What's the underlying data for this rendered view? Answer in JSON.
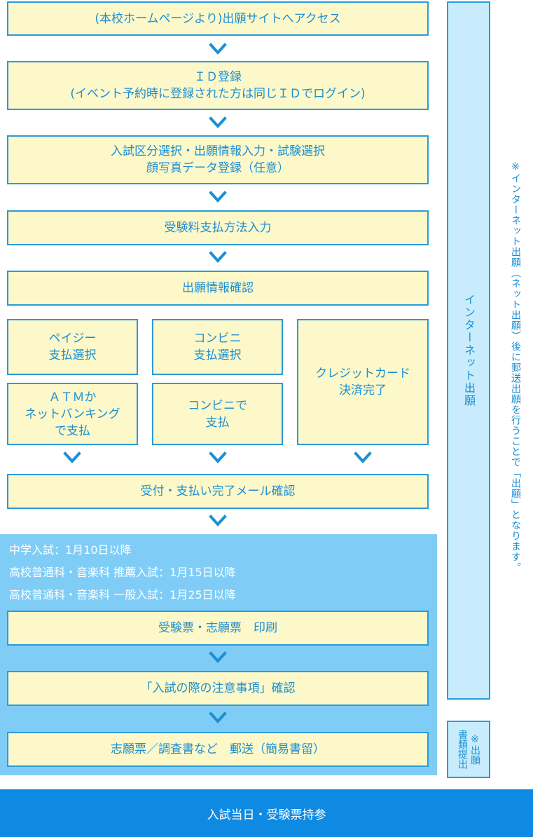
{
  "steps": {
    "access": "(本校ホームページより)出願サイトへアクセス",
    "id_register": [
      "ＩＤ登録",
      "(イベント予約時に登録された方は同じＩＤでログイン)"
    ],
    "exam_select": [
      "入試区分選択・出願情報入力・試験選択",
      "顔写真データ登録（任意）"
    ],
    "payment_method": "受験料支払方法入力",
    "confirm_info": "出願情報確認",
    "pay_easy_select": [
      "ペイジー",
      "支払選択"
    ],
    "atm_pay": [
      "ＡＴＭか",
      "ネットバンキング",
      "で支払"
    ],
    "conv_select": [
      "コンビニ",
      "支払選択"
    ],
    "conv_pay": [
      "コンビニで",
      "支払"
    ],
    "credit": [
      "クレジットカード",
      "決済完了"
    ],
    "receipt_mail": "受付・支払い完了メール確認",
    "print_ticket": "受験票・志願票　印刷",
    "notes_confirm": "「入試の際の注意事項」確認",
    "mail_docs": "志願票／調査書など　郵送（簡易書留）"
  },
  "conditions": [
    "中学入試：1月10日以降",
    "高校普通科・音楽科 推薦入試：1月15日以降",
    "高校普通科・音楽科 一般入試：1月25日以降"
  ],
  "side": {
    "internet_label": "インターネット出願",
    "doc_label_1": "※出願",
    "doc_label_2": "書類提出",
    "note": "※インターネット出願（ネット出願）後に郵送出願を行うことで「出願」となります。"
  },
  "final": "入試当日・受験票持参",
  "colors": {
    "box_fill": "#fdf8c9",
    "border": "#2a9bdc",
    "text": "#1c8fd3",
    "band": "#7fcdf6",
    "column": "#c8ecfc",
    "final_bar": "#0e8ae2"
  }
}
